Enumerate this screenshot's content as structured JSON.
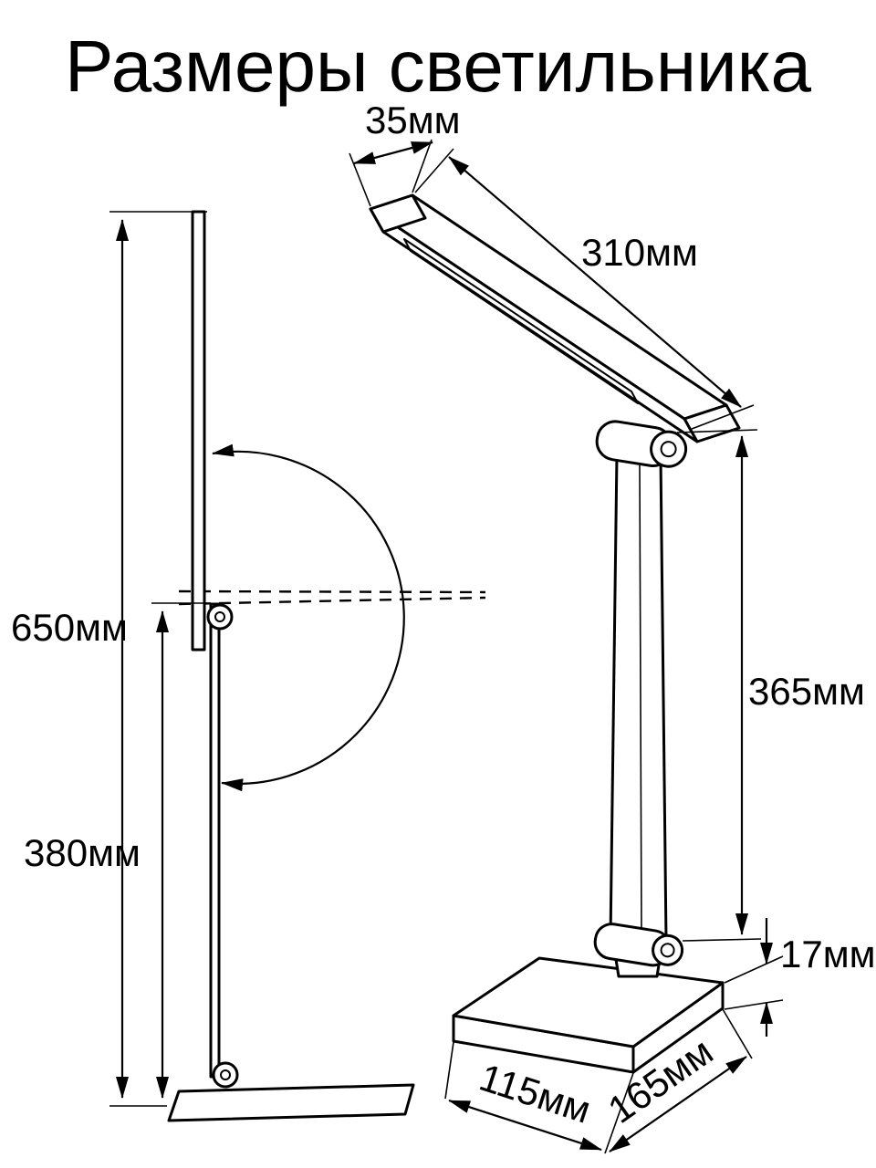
{
  "title": "Размеры светильника",
  "views": {
    "folded": {
      "label_total_height": "650мм",
      "label_arm_height": "380мм"
    },
    "standing": {
      "label_head_width": "35мм",
      "label_head_length": "310мм",
      "label_column_height": "365мм",
      "label_base_thickness": "17мм",
      "label_base_width": "115мм",
      "label_base_depth": "165мм"
    }
  },
  "colors": {
    "line": "#000000",
    "background": "#ffffff"
  }
}
